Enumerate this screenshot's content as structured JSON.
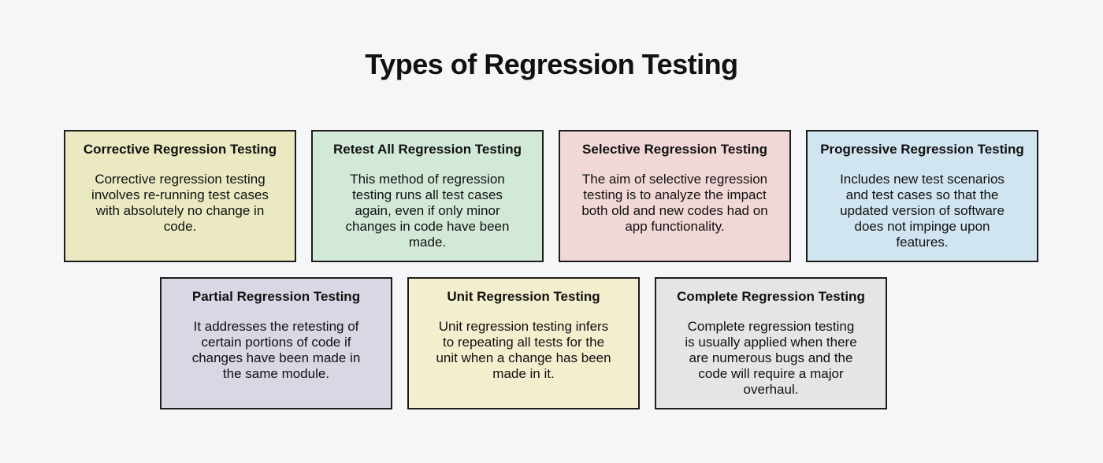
{
  "page": {
    "title": "Types of Regression Testing",
    "background_color": "#f5f6f8",
    "card_border_color": "#1c1c1c",
    "text_color": "#111111"
  },
  "cards": [
    {
      "name": "corrective-regression-testing",
      "row": "top",
      "bg": "#eae9c2",
      "title": "Corrective Regression Testing",
      "body": "Corrective regression testing\ninvolves re-running test cases\nwith absolutely no change in\ncode."
    },
    {
      "name": "retest-all-regression-testing",
      "row": "top",
      "bg": "#d3e9d8",
      "title": "Retest All Regression Testing",
      "body": "This method of regression\ntesting runs all test cases\nagain, even if only minor\nchanges in code have been\nmade."
    },
    {
      "name": "selective-regression-testing",
      "row": "top",
      "bg": "#f1d8d6",
      "title": "Selective Regression Testing",
      "body": "The aim of selective regression\ntesting is to analyze the impact\nboth old and new codes had on\napp functionality."
    },
    {
      "name": "progressive-regression-testing",
      "row": "top",
      "bg": "#d0e5f0",
      "title": "Progressive Regression Testing",
      "body": "Includes new test scenarios\nand test cases so that the\nupdated version of software\ndoes not impinge upon\nfeatures."
    },
    {
      "name": "partial-regression-testing",
      "row": "bottom",
      "bg": "#d8d7e3",
      "title": "Partial Regression Testing",
      "body": "It addresses the retesting of\ncertain portions of code if\nchanges have been made in\nthe same module."
    },
    {
      "name": "unit-regression-testing",
      "row": "bottom",
      "bg": "#f3eecd",
      "title": "Unit Regression Testing",
      "body": "Unit regression testing infers\nto repeating all tests for the\nunit when a change has been\nmade in it."
    },
    {
      "name": "complete-regression-testing",
      "row": "bottom",
      "bg": "#e3e6e4",
      "title": "Complete Regression Testing",
      "body": "Complete regression testing\nis usually applied when there\nare numerous bugs and the\ncode will require a major\noverhaul."
    }
  ]
}
